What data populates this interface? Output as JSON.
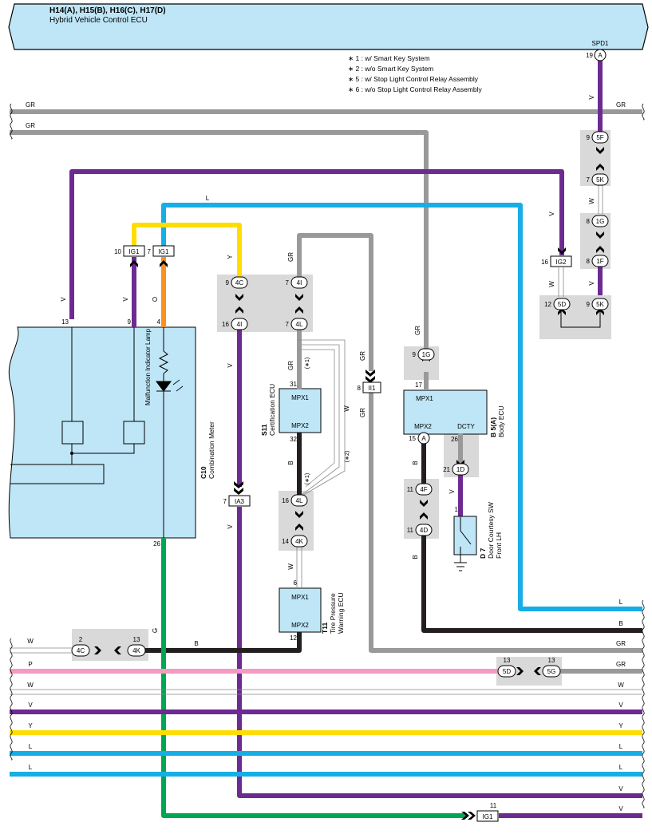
{
  "header": {
    "connectors": "H14(A), H15(B), H16(C), H17(D)",
    "ecu_name": "Hybrid Vehicle Control ECU",
    "output_pin_name": "SPD1",
    "output_pin_number": "19",
    "output_connector": "A"
  },
  "notes": [
    "∗ 1 : w/ Smart Key System",
    "∗ 2 : w/o Smart Key System",
    "∗ 5 : w/ Stop Light Control Relay Assembly",
    "∗ 6 : w/o Stop Light Control Relay Assembly"
  ],
  "colors": {
    "ecu_fill": "#bfe6f6",
    "junction_fill": "#d9d9d9",
    "V": "#6d2b91",
    "GR": "#999999",
    "L": "#17aee6",
    "Y": "#ffdd00",
    "O": "#f7931e",
    "P": "#f49ac1",
    "G": "#00a651",
    "B": "#231f20",
    "W": "#ffffff"
  },
  "wire_labels": {
    "V": "V",
    "GR": "GR",
    "L": "L",
    "Y": "Y",
    "O": "O",
    "P": "P",
    "G": "G",
    "B": "B",
    "W": "W",
    "n1": "(∗1)",
    "n2": "(∗2)"
  },
  "components": {
    "combination_meter": {
      "code": "C10",
      "name": "Combination Meter",
      "pins": [
        "13",
        "9",
        "4",
        "26"
      ]
    },
    "mil": {
      "name": "Malfunction Indicator Lamp"
    },
    "certification_ecu": {
      "code": "S11",
      "name": "Certification ECU",
      "t1": "MPX1",
      "t2": "MPX2",
      "p1": "31",
      "p2": "32"
    },
    "tpms_ecu": {
      "code": "T11",
      "name1": "Tire Pressure",
      "name2": "Warning ECU",
      "t1": "MPX1",
      "t2": "MPX2",
      "p1": "6",
      "p2": "12"
    },
    "body_ecu": {
      "code": "B 5(A)",
      "name": "Body ECU",
      "t1": "MPX1",
      "t2": "MPX2",
      "t3": "DCTY",
      "p1": "17",
      "p2": "15",
      "p2c": "A",
      "p3": "26"
    },
    "door_sw": {
      "code": "D 7",
      "name1": "Door Courtesy SW",
      "name2": "Front LH",
      "pin": "1"
    }
  },
  "connector_labels": {
    "IG1a": "IG1",
    "IG1a_pin": "10",
    "IG1b": "IG1",
    "IG1b_pin": "7",
    "IG2": "IG2",
    "IG2_pin": "16",
    "II1": "II1",
    "II1_pin": "8",
    "IA3": "IA3",
    "IA3_pin": "7",
    "IG1c": "IG1",
    "IG1c_pin": "11"
  },
  "junctions": {
    "j5F": {
      "name": "5F",
      "pin": "9"
    },
    "j5K": {
      "name": "5K",
      "pin": "7"
    },
    "j1G_top": {
      "name": "1G",
      "pin": "8"
    },
    "j1F": {
      "name": "1F",
      "pin": "8"
    },
    "j5D_r": {
      "name": "5D",
      "pin": "12"
    },
    "j5K_r": {
      "name": "5K",
      "pin": "9"
    },
    "j4C": {
      "name": "4C",
      "pin": "9"
    },
    "j4I_a": {
      "name": "4I",
      "pin": "16"
    },
    "j4I_b": {
      "name": "4I",
      "pin": "7"
    },
    "j4L_a": {
      "name": "4L",
      "pin": "7"
    },
    "j1G": {
      "name": "1G",
      "pin": "9"
    },
    "j1D": {
      "name": "1D",
      "pin": "21"
    },
    "j4L_b": {
      "name": "4L",
      "pin": "16"
    },
    "j4K": {
      "name": "4K",
      "pin": "14"
    },
    "j4F": {
      "name": "4F",
      "pin": "11"
    },
    "j4D": {
      "name": "4D",
      "pin": "11"
    },
    "j4C_b": {
      "name": "4C",
      "pin": "2"
    },
    "j4K_b": {
      "name": "4K",
      "pin": "13"
    },
    "j5D": {
      "name": "5D",
      "pin": "13"
    },
    "j5G": {
      "name": "5G",
      "pin": "13"
    }
  }
}
